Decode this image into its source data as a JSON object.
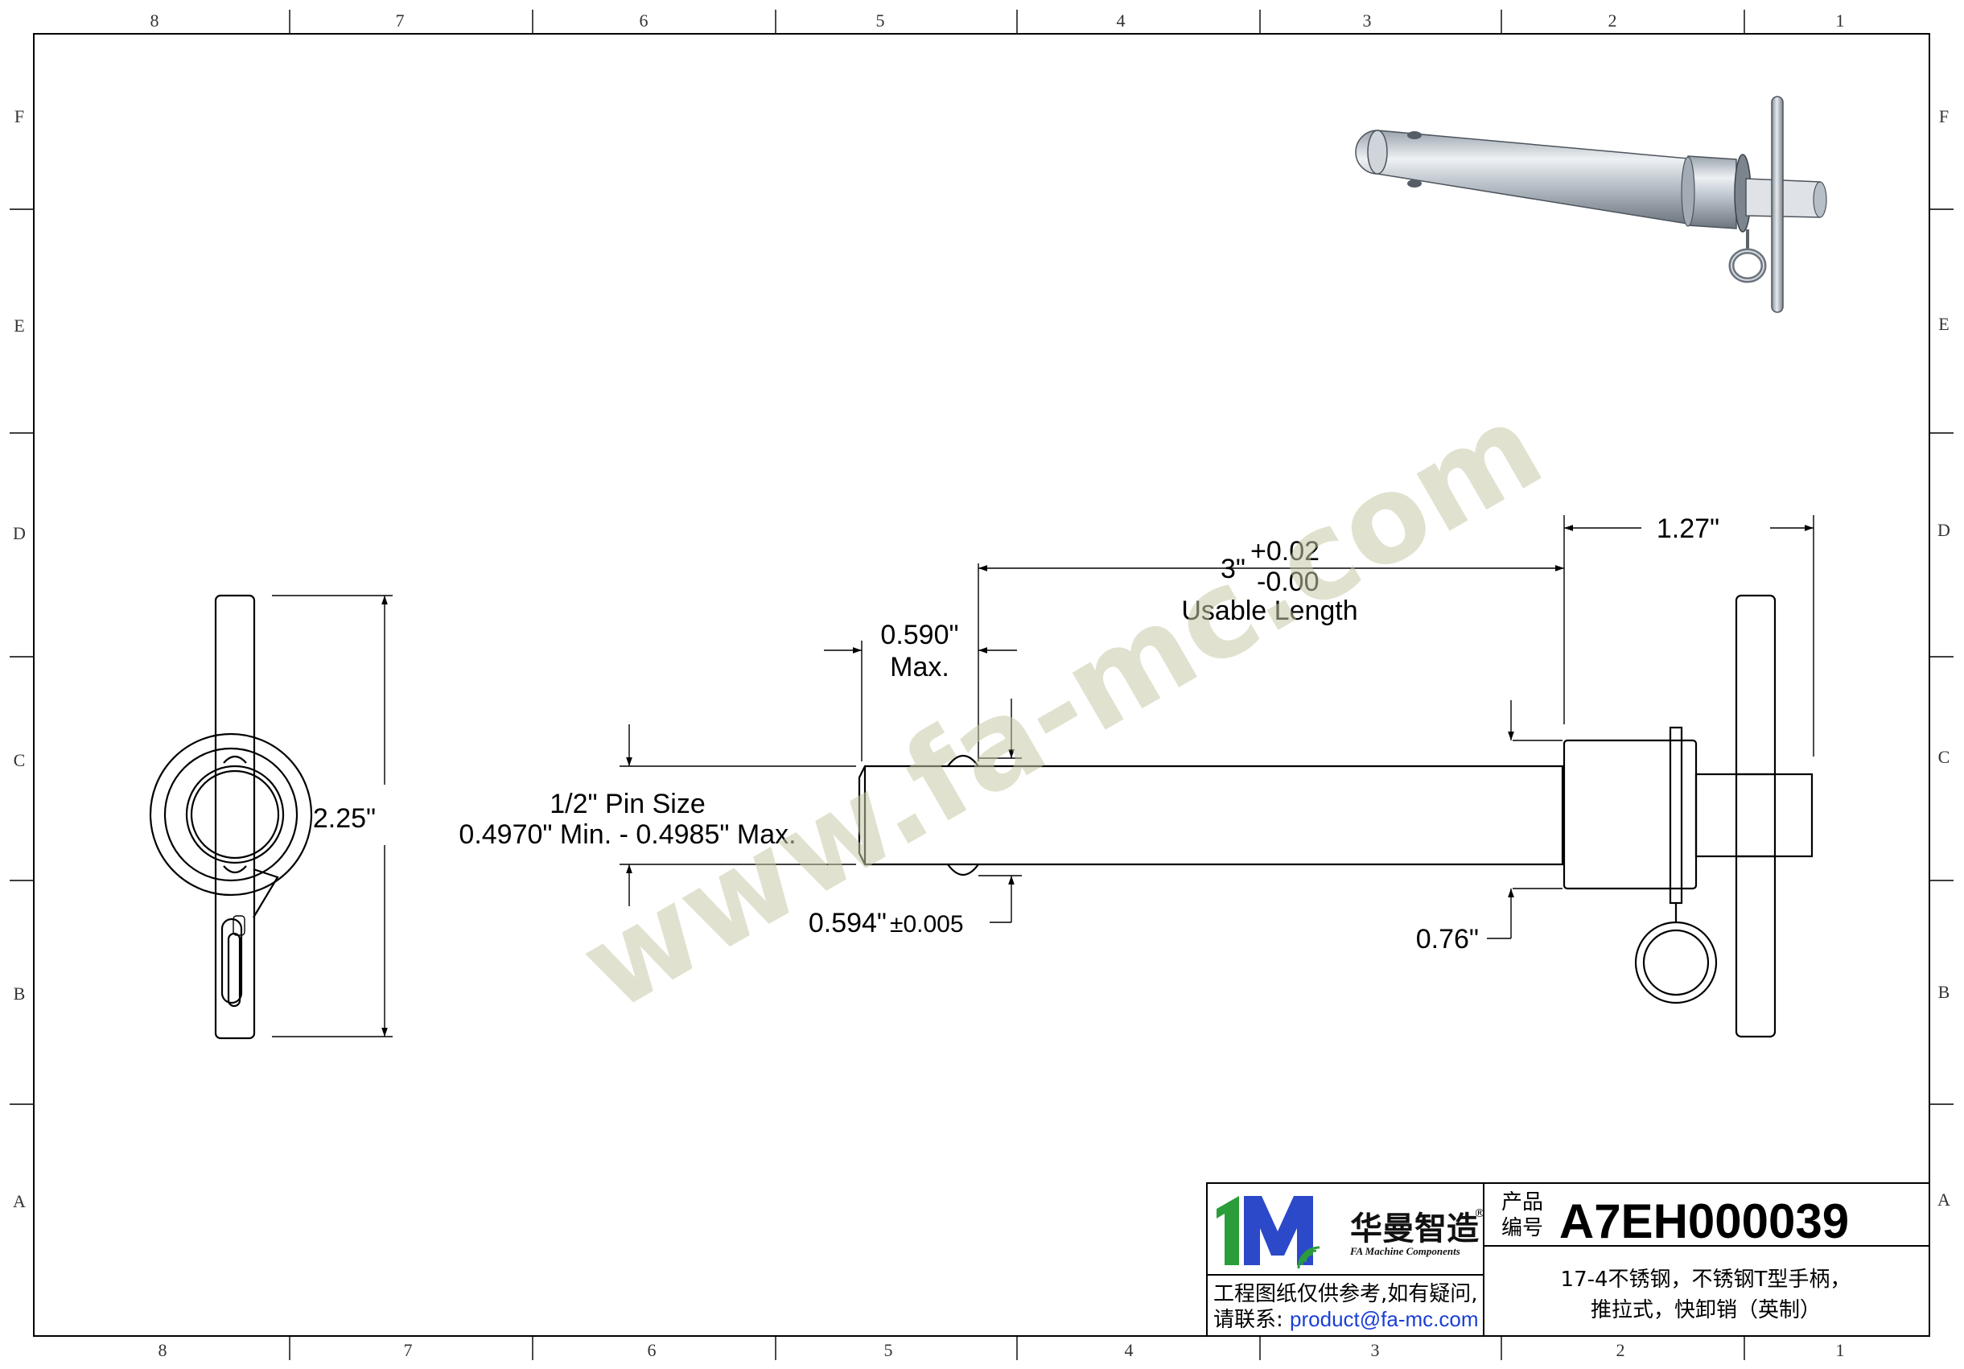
{
  "border": {
    "columns_top": [
      "8",
      "7",
      "6",
      "5",
      "4",
      "3",
      "2",
      "1"
    ],
    "columns_bottom": [
      "8",
      "7",
      "6",
      "5",
      "4",
      "3",
      "2",
      "1"
    ],
    "rows_left": [
      "F",
      "E",
      "D",
      "C",
      "B",
      "A"
    ],
    "rows_right": [
      "F",
      "E",
      "D",
      "C",
      "B",
      "A"
    ]
  },
  "watermark": "www.fa-mc.com",
  "dimensions": {
    "overall_height": "2.25\"",
    "pin_size_line1": "1/2\" Pin Size",
    "pin_size_line2": "0.4970\" Min. - 0.4985\" Max.",
    "ball_offset_value": "0.590\"",
    "ball_offset_note": "Max.",
    "usable_length_nominal": "3\"",
    "usable_length_tol_plus": "+0.02",
    "usable_length_tol_minus": "-0.00",
    "usable_length_label": "Usable Length",
    "handle_length": "1.27\"",
    "ball_diameter": "0.594\"",
    "ball_diameter_tol": "±0.005",
    "collar_diameter": "0.76\""
  },
  "title_block": {
    "logo_mark": "1M",
    "logo_name_cn": "华曼智造",
    "logo_registered": "®",
    "logo_name_en": "FA Machine Components",
    "notice_line1": "工程图纸仅供参考,如有疑问,",
    "notice_line2_prefix": "请联系: ",
    "notice_email": "product@fa-mc.com",
    "part_no_label_line1": "产品",
    "part_no_label_line2": "编号",
    "part_no": "A7EH000039",
    "description_line1": "17-4不锈钢，不锈钢T型手柄，",
    "description_line2": "推拉式，快卸销（英制）"
  },
  "colors": {
    "line": "#000000",
    "logo_green": "#2a9d3a",
    "logo_blue": "#2b49c8",
    "email_blue": "#1a3fd6",
    "watermark": "#c9c9a8"
  }
}
